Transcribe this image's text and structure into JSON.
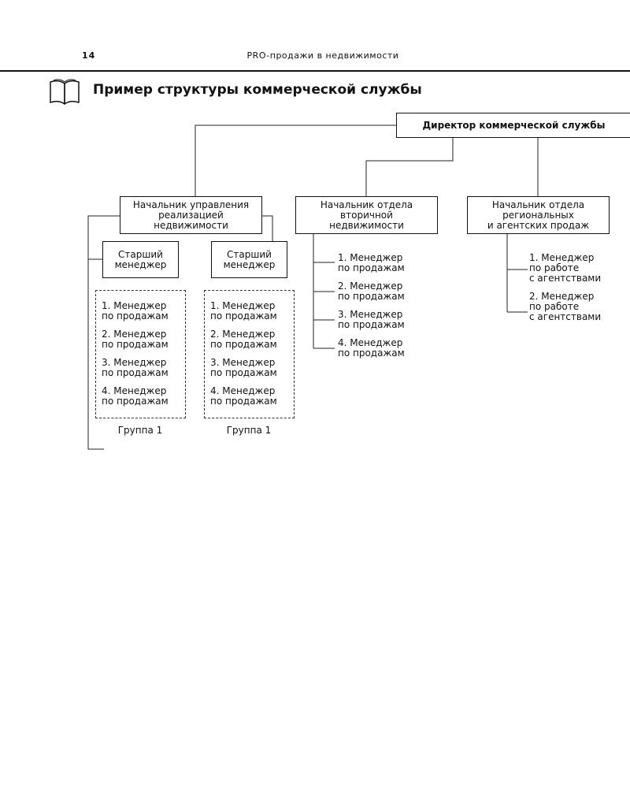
{
  "header": {
    "page_number": "14",
    "book_title": "PRO-продажи в недвижимости"
  },
  "section": {
    "icon": "open-book-icon",
    "title": "Пример структуры коммерческой службы"
  },
  "org_chart": {
    "director": "Директор коммерческой службы",
    "sales_head": "Начальник управления\nреализацией\nнедвижимости",
    "secondary_head": "Начальник отдела\nвторичной\nнедвижимости",
    "regional_head": "Начальник отдела\nрегиональных\nи агентских продаж",
    "senior_managers": [
      "Старший\nменеджер",
      "Старший\nменеджер"
    ],
    "group_lists": [
      [
        "1. Менеджер\nпо продажам",
        "2. Менеджер\nпо продажам",
        "3. Менеджер\nпо продажам",
        "4. Менеджер\nпо продажам"
      ],
      [
        "1. Менеджер\nпо продажам",
        "2. Менеджер\nпо продажам",
        "3. Менеджер\nпо продажам",
        "4. Менеджер\nпо продажам"
      ]
    ],
    "group_labels": [
      "Группа 1",
      "Группа 1"
    ],
    "secondary_managers": [
      "1. Менеджер\nпо продажам",
      "2. Менеджер\nпо продажам",
      "3. Менеджер\nпо продажам",
      "4. Менеджер\nпо продажам"
    ],
    "regional_managers": [
      "1. Менеджер\nпо работе\nс агентствами",
      "2. Менеджер\nпо работе\nс агентствами"
    ]
  }
}
